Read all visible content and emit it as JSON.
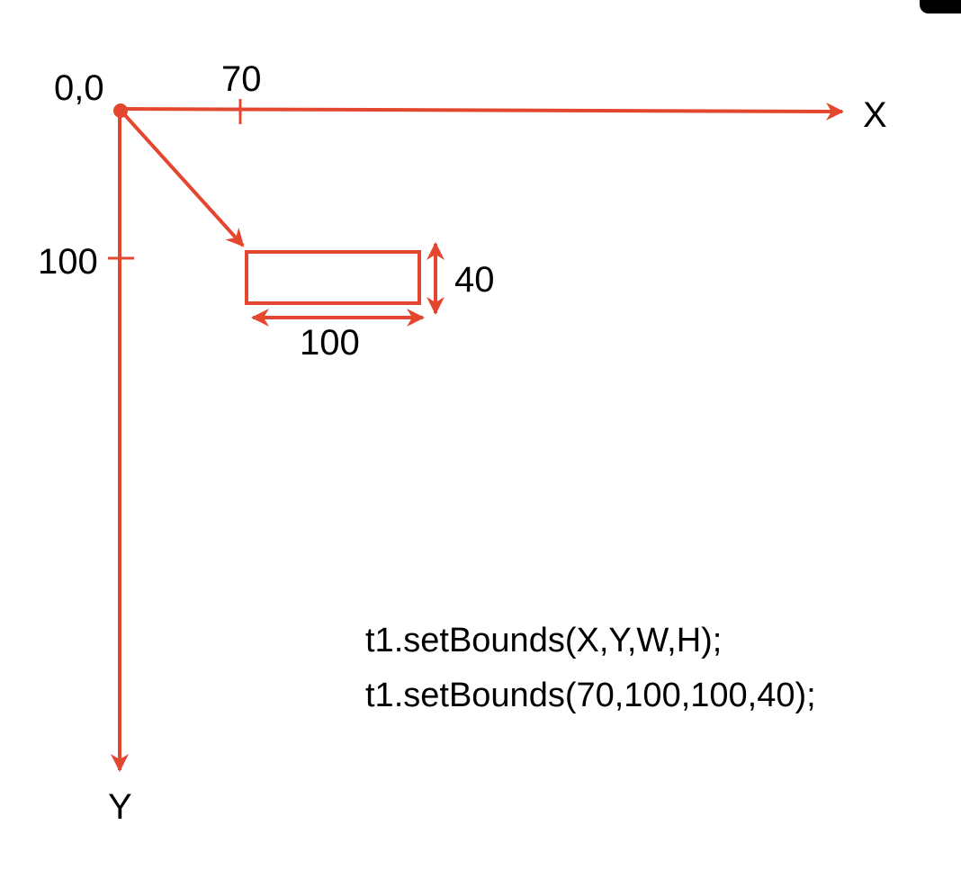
{
  "colors": {
    "accent": "#E4472F",
    "text": "#000000",
    "background": "#FFFFFF"
  },
  "labels": {
    "origin": "0,0",
    "x_axis": "X",
    "y_axis": "Y",
    "x_tick": "70",
    "y_tick": "100",
    "rect_width": "100",
    "rect_height": "40"
  },
  "code": {
    "line1": "t1.setBounds(X,Y,W,H);",
    "line2": "t1.setBounds(70,100,100,40);"
  }
}
